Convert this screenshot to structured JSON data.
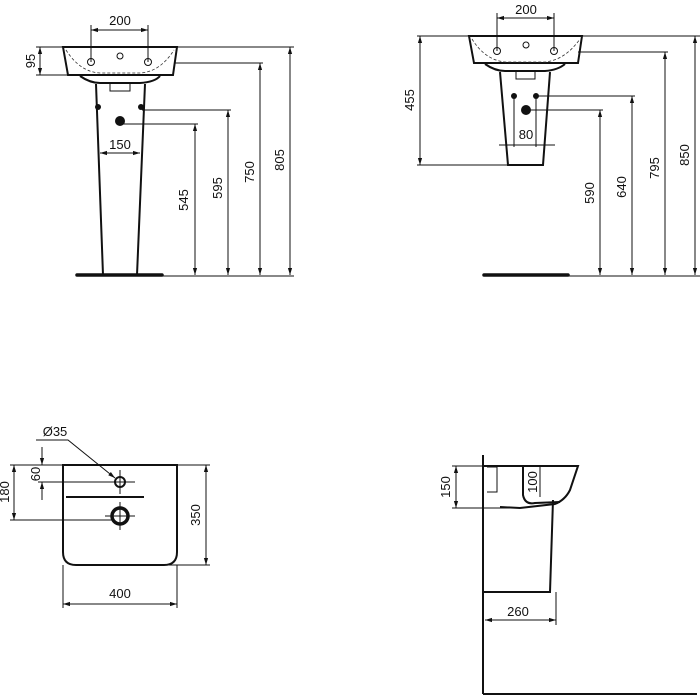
{
  "views": {
    "pedestal_front": {
      "tap_holes_spacing": "200",
      "basin_depth": "95",
      "pedestal_hole_spacing": "150",
      "waste_height": "545",
      "supply_height": "595",
      "rim_front_height": "750",
      "overall_height": "805"
    },
    "semi_pedestal_front": {
      "tap_holes_spacing": "200",
      "semi_pedestal_height": "455",
      "hole_spacing": "80",
      "waste_height": "590",
      "supply_height": "640",
      "rim_front_height": "795",
      "overall_height": "850"
    },
    "plan": {
      "tap_hole_diameter": "Ø35",
      "tap_hole_offset": "60",
      "waste_offset": "180",
      "depth": "350",
      "width": "400"
    },
    "side": {
      "rim_height": "150",
      "bowl_depth": "100",
      "pedestal_projection": "260"
    }
  },
  "colors": {
    "line": "#111111",
    "background": "#ffffff"
  }
}
